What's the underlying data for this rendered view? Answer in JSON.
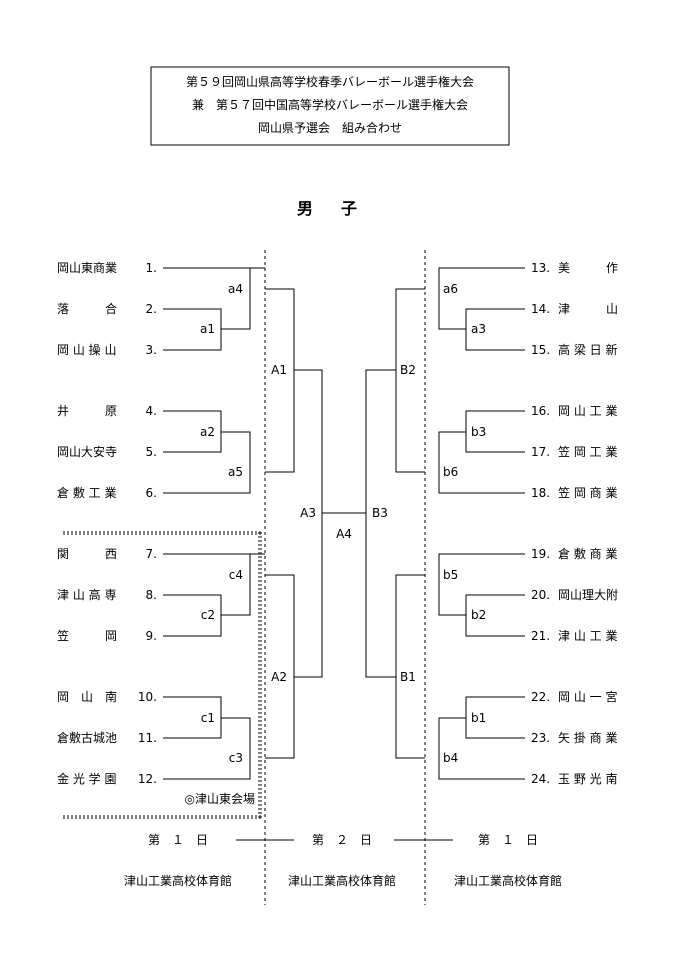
{
  "header": {
    "line1": "第５９回岡山県高等学校春季バレーボール選手権大会",
    "line2": "兼　第５７回中国高等学校バレーボール選手権大会",
    "line3": "岡山県予選会　組み合わせ"
  },
  "division_title": "男　子",
  "left_teams": [
    {
      "name": "岡山東商業",
      "num": "1."
    },
    {
      "name": "落　　　合",
      "num": "2."
    },
    {
      "name": "岡 山 操 山",
      "num": "3."
    },
    {
      "name": "井　　　原",
      "num": "4."
    },
    {
      "name": "岡山大安寺",
      "num": "5."
    },
    {
      "name": "倉 敷 工 業",
      "num": "6."
    },
    {
      "name": "関　　　西",
      "num": "7."
    },
    {
      "name": "津 山 高 専",
      "num": "8."
    },
    {
      "name": "笠　　　岡",
      "num": "9."
    },
    {
      "name": "岡　山　南",
      "num": "10."
    },
    {
      "name": "倉敷古城池",
      "num": "11."
    },
    {
      "name": "金 光 学 園",
      "num": "12."
    }
  ],
  "right_teams": [
    {
      "num": "13.",
      "name": "美　　　作"
    },
    {
      "num": "14.",
      "name": "津　　　山"
    },
    {
      "num": "15.",
      "name": "高 梁 日 新"
    },
    {
      "num": "16.",
      "name": "岡 山 工 業"
    },
    {
      "num": "17.",
      "name": "笠 岡 工 業"
    },
    {
      "num": "18.",
      "name": "笠 岡 商 業"
    },
    {
      "num": "19.",
      "name": "倉 敷 商 業"
    },
    {
      "num": "20.",
      "name": "岡山理大附"
    },
    {
      "num": "21.",
      "name": "津 山 工 業"
    },
    {
      "num": "22.",
      "name": "岡 山 一 宮"
    },
    {
      "num": "23.",
      "name": "矢 掛 商 業"
    },
    {
      "num": "24.",
      "name": "玉 野 光 南"
    }
  ],
  "match_labels": {
    "a1": "a1",
    "a2": "a2",
    "a3": "a3",
    "a4": "a4",
    "a5": "a5",
    "a6": "a6",
    "b1": "b1",
    "b2": "b2",
    "b3": "b3",
    "b4": "b4",
    "b5": "b5",
    "b6": "b6",
    "c1": "c1",
    "c2": "c2",
    "c3": "c3",
    "c4": "c4",
    "A1": "A1",
    "A2": "A2",
    "A3": "A3",
    "A4": "A4",
    "B1": "B1",
    "B2": "B2",
    "B3": "B3"
  },
  "venue_note": "◎津山東会場",
  "days": {
    "left": "第　１　日",
    "center": "第　２　日",
    "right": "第　１　日"
  },
  "venues": {
    "left": "津山工業高校体育館",
    "center": "津山工業高校体育館",
    "right": "津山工業高校体育館"
  }
}
